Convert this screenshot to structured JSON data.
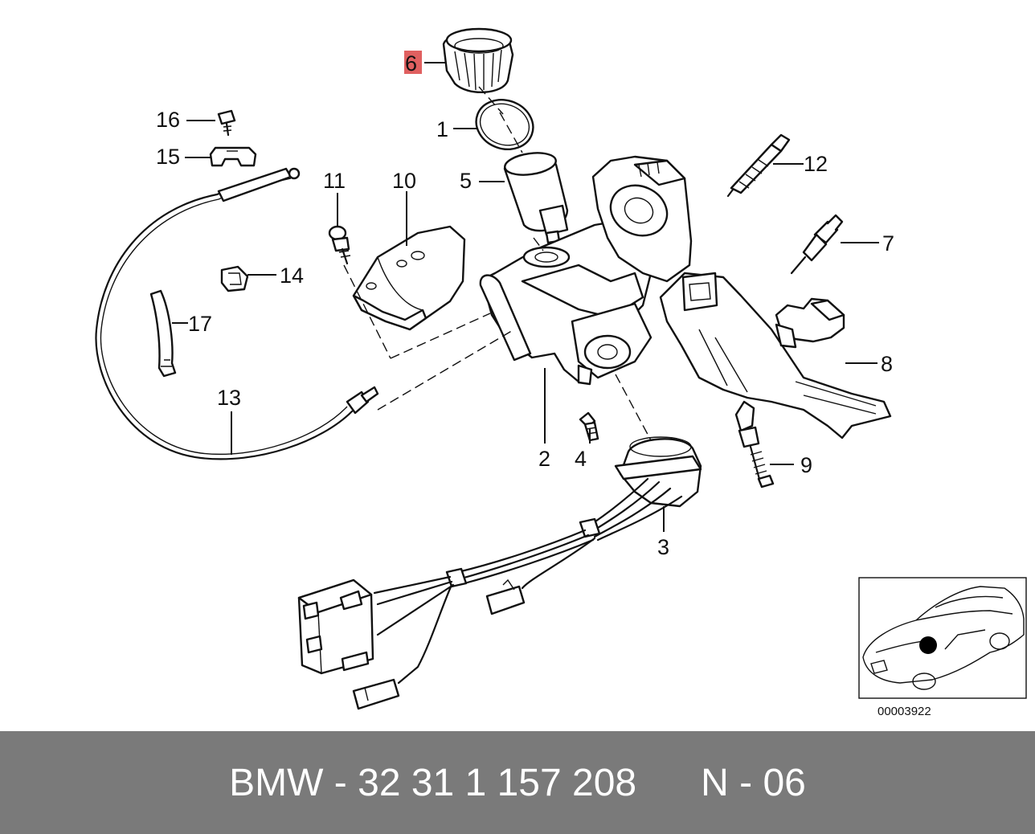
{
  "callouts": {
    "c1": "1",
    "c2": "2",
    "c3": "3",
    "c4": "4",
    "c5": "5",
    "c6": "6",
    "c7": "7",
    "c8": "8",
    "c9": "9",
    "c10": "10",
    "c11": "11",
    "c12": "12",
    "c13": "13",
    "c14": "14",
    "c15": "15",
    "c16": "16",
    "c17": "17"
  },
  "highlight_color": "#e06060",
  "thumbnail": {
    "code": "00003922"
  },
  "footer": {
    "left": "BMW - 32 31 1 157 208",
    "right": "N - 06"
  }
}
